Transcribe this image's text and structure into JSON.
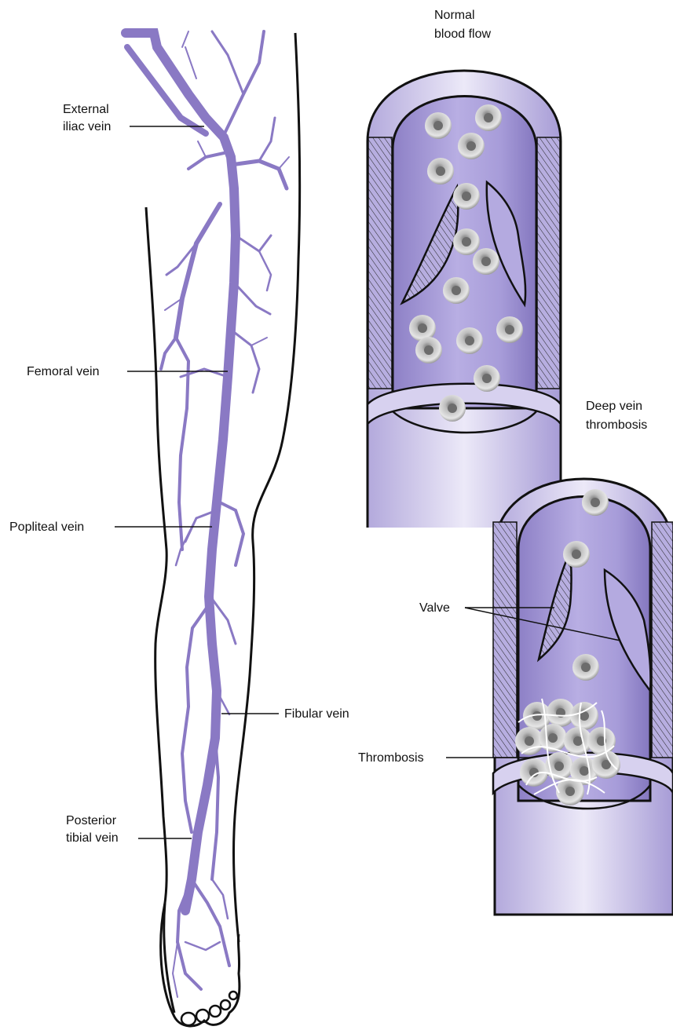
{
  "labels": {
    "external_iliac_vein": [
      "External",
      "iliac vein"
    ],
    "femoral_vein": "Femoral vein",
    "popliteal_vein": "Popliteal vein",
    "fibular_vein": "Fibular vein",
    "posterior_tibial_vein": [
      "Posterior",
      "tibial vein"
    ],
    "normal_blood_flow": [
      "Normal",
      "blood flow"
    ],
    "deep_vein_thrombosis": [
      "Deep vein",
      "thrombosis"
    ],
    "valve": "Valve",
    "thrombosis": "Thrombosis"
  },
  "colors": {
    "vein": "#8a79c4",
    "vessel_lumen": "#9f93d4",
    "vessel_wall": "#c9c0ea",
    "outline": "#111111",
    "blood_cell": "#9a9a9a",
    "fibrin": "#ffffff"
  }
}
